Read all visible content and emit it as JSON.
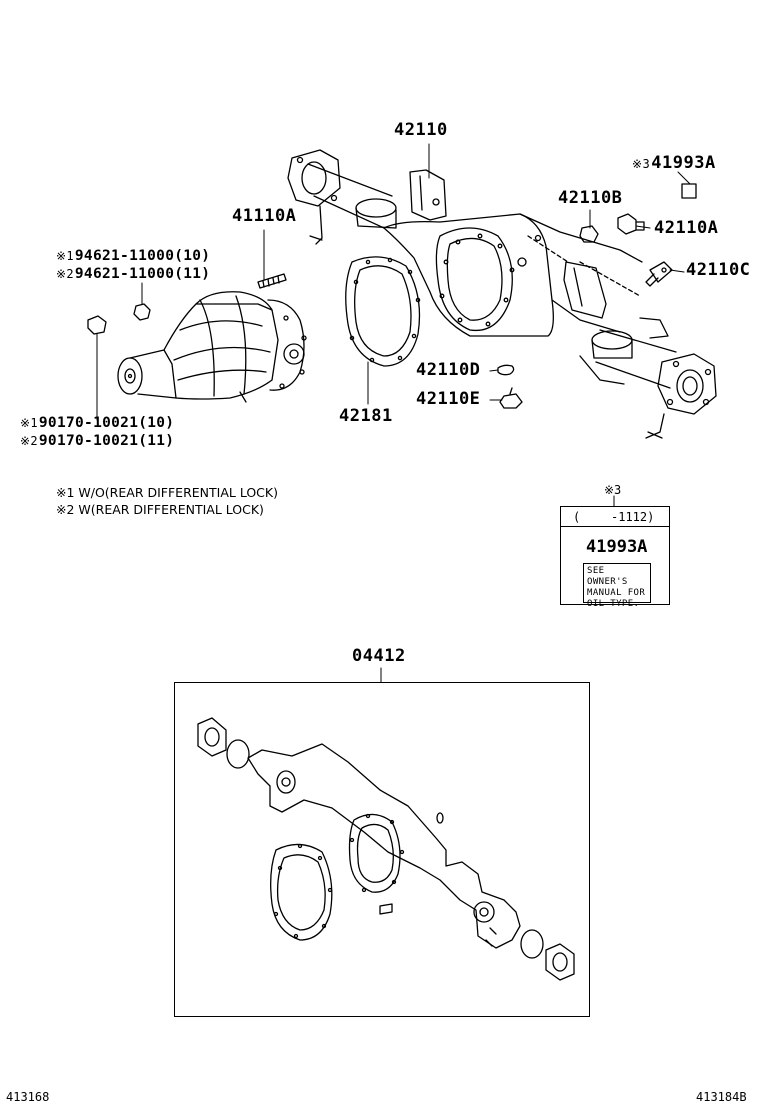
{
  "diagram": {
    "parts": {
      "p42110": "42110",
      "p41993A_top": "41993A",
      "p42110B": "42110B",
      "p42110A": "42110A",
      "p42110C": "42110C",
      "p41110A": "41110A",
      "p94621_10": "94621-11000(10)",
      "p94621_11": "94621-11000(11)",
      "p42110D": "42110D",
      "p42110E": "42110E",
      "p42181": "42181",
      "p90170_10": "90170-10021(10)",
      "p90170_11": "90170-10021(11)",
      "p04412": "04412"
    },
    "marks": {
      "m3_top": "※3",
      "m1_a": "※1",
      "m2_a": "※2",
      "m1_b": "※1",
      "m2_b": "※2",
      "m3_label": "※3"
    },
    "notes": {
      "note1": "※1 W/O(REAR DIFFERENTIAL LOCK)",
      "note2": "※2 W(REAR DIFFERENTIAL LOCK)"
    },
    "label_box": {
      "range_open": "(",
      "range_value": "-1112)",
      "part": "41993A",
      "tag_line1": "SEE OWNER'S",
      "tag_line2": "MANUAL FOR",
      "tag_line3": "OIL TYPE."
    },
    "footer": {
      "left_ref": "413168",
      "right_ref": "413184B"
    }
  }
}
